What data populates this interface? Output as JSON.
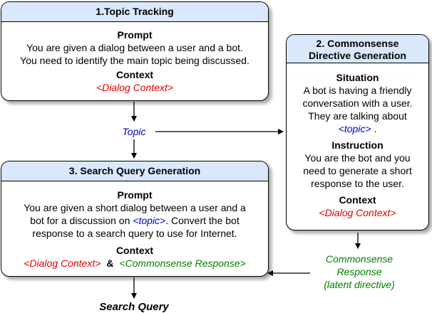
{
  "box1": {
    "title": "1.Topic Tracking",
    "prompt_heading": "Prompt",
    "prompt_line1": "You are given a dialog between a user and a bot.",
    "prompt_line2": "You need to identify the main topic being discussed.",
    "context_heading": "Context",
    "context_value": "<Dialog Context>"
  },
  "box2": {
    "title_line1": "2. Commonsense",
    "title_line2": "Directive Generation",
    "situation_heading": "Situation",
    "situation_line1": "A bot is having a friendly",
    "situation_line2": "conversation with a user.",
    "situation_line3": "They are talking about",
    "situation_topic": "<topic>",
    "situation_end": ".",
    "instruction_heading": "Instruction",
    "instruction_line1": "You are the bot and you",
    "instruction_line2": "need to generate a short",
    "instruction_line3": "response to the user.",
    "context_heading": "Context",
    "context_value": "<Dialog Context>"
  },
  "box3": {
    "title": "3. Search Query Generation",
    "prompt_heading": "Prompt",
    "prompt_line1": "You are given a short dialog between a user and a",
    "prompt_line2_pre": "bot for a discussion on ",
    "prompt_line2_topic": "<topic>",
    "prompt_line2_post": ". Convert the bot",
    "prompt_line3": "response to a search query to use for Internet.",
    "context_heading": "Context",
    "context_dialog": "<Dialog Context>",
    "context_amp": "&",
    "context_response": "<Commonsense Response>"
  },
  "labels": {
    "topic": "Topic",
    "commonsense_line1": "Commonsense",
    "commonsense_line2": "Response",
    "commonsense_line3": "(latent directive)",
    "search_query": "Search Query"
  },
  "colors": {
    "header_fill": "#dae8fc",
    "context_red": "#e00000",
    "topic_blue": "#0000cc",
    "response_green": "#008000"
  }
}
